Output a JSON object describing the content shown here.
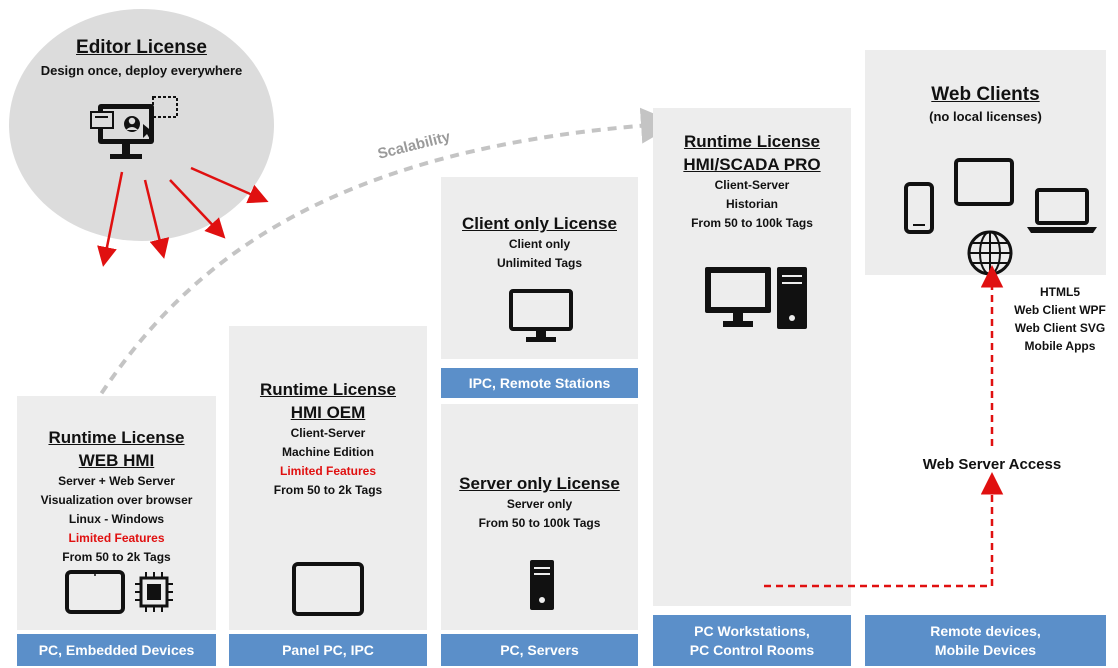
{
  "editor": {
    "title": "Editor License",
    "subtitle": "Design once, deploy everywhere"
  },
  "scalability_label": "Scalability",
  "webhmi": {
    "title1": "Runtime License",
    "title2": "WEB HMI",
    "lines": [
      "Server + Web Server",
      "Visualization over browser",
      "Linux - Windows"
    ],
    "limited": "Limited Features",
    "tags": "From 50 to 2k Tags",
    "footer": "PC, Embedded Devices"
  },
  "oem": {
    "title1": "Runtime License",
    "title2": "HMI OEM",
    "lines": [
      "Client-Server",
      "Machine Edition"
    ],
    "limited": "Limited Features",
    "tags": "From 50 to 2k Tags",
    "footer": "Panel PC, IPC"
  },
  "client_only": {
    "title": "Client only License",
    "lines": [
      "Client only",
      "Unlimited Tags"
    ],
    "footer": "IPC, Remote Stations"
  },
  "server_only": {
    "title": "Server only License",
    "lines": [
      "Server only",
      "From 50 to 100k Tags"
    ],
    "footer": "PC, Servers"
  },
  "scada": {
    "title1": "Runtime License",
    "title2": "HMI/SCADA PRO",
    "lines": [
      "Client-Server",
      "Historian",
      "From 50 to 100k Tags"
    ],
    "footer_line1": "PC Workstations,",
    "footer_line2": "PC Control Rooms"
  },
  "web_clients": {
    "title": "Web Clients",
    "subtitle": "(no local licenses)",
    "list": [
      "HTML5",
      "Web Client WPF",
      "Web Client SVG",
      "Mobile Apps"
    ],
    "access_label": "Web Server Access",
    "footer_line1": "Remote devices,",
    "footer_line2": "Mobile Devices"
  },
  "colors": {
    "panel": "#ededed",
    "footer": "#5b8fc9",
    "accent_red": "#e01010",
    "circle": "#dcdcdc",
    "dashed_gray": "#c4c4c4"
  },
  "icons": [
    "monitor-editor-icon",
    "tablet-icon",
    "chip-icon",
    "monitor-icon",
    "server-tower-icon",
    "pc-workstation-icon",
    "phone-icon",
    "laptop-icon",
    "globe-icon"
  ]
}
